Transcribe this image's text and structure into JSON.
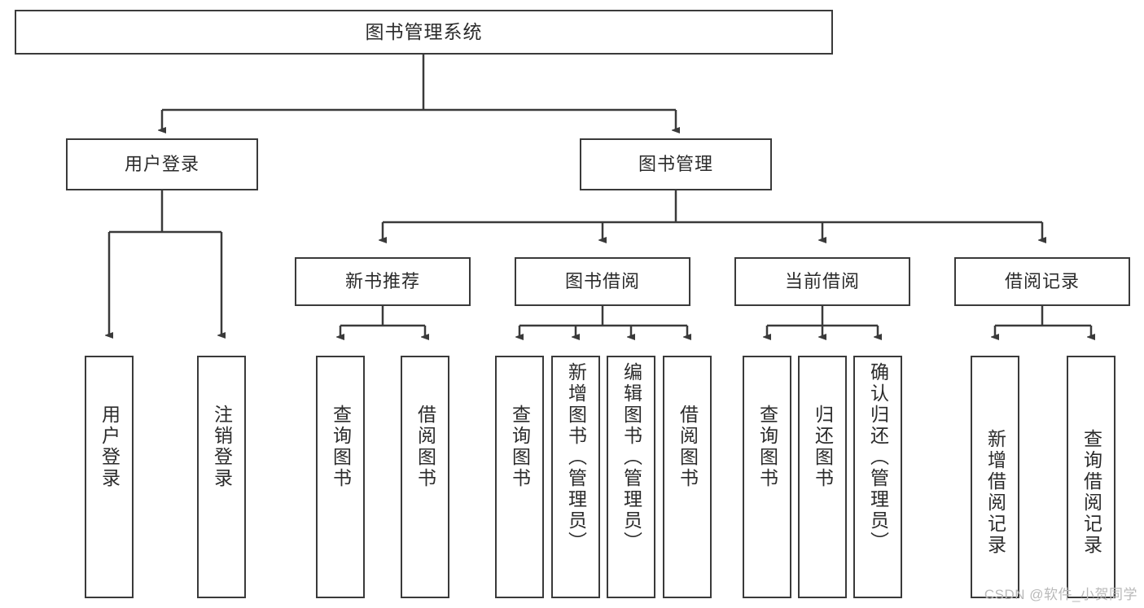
{
  "diagram": {
    "title": "图书管理系统",
    "type": "hierarchy-tree",
    "style": {
      "stroke": "#3a3a3a",
      "fill": "#ffffff",
      "text": "#2b2b2b",
      "watermark_color": "#b9b9b9"
    },
    "levels": {
      "root": {
        "label": "图书管理系统"
      },
      "level2": [
        {
          "label": "用户登录"
        },
        {
          "label": "图书管理"
        }
      ],
      "level3": [
        {
          "label": "新书推荐",
          "parent": "图书管理"
        },
        {
          "label": "图书借阅",
          "parent": "图书管理"
        },
        {
          "label": "当前借阅",
          "parent": "图书管理"
        },
        {
          "label": "借阅记录",
          "parent": "图书管理"
        }
      ],
      "leaves": [
        {
          "label": "用户登录",
          "parent": "用户登录"
        },
        {
          "label": "注销登录",
          "parent": "用户登录"
        },
        {
          "label": "查询图书",
          "parent": "新书推荐"
        },
        {
          "label": "借阅图书",
          "parent": "新书推荐"
        },
        {
          "label": "查询图书",
          "parent": "图书借阅"
        },
        {
          "label": "新增图书（管理员）",
          "parent": "图书借阅"
        },
        {
          "label": "编辑图书（管理员）",
          "parent": "图书借阅"
        },
        {
          "label": "借阅图书",
          "parent": "图书借阅"
        },
        {
          "label": "查询图书",
          "parent": "当前借阅"
        },
        {
          "label": "归还图书",
          "parent": "当前借阅"
        },
        {
          "label": "确认归还（管理员）",
          "parent": "当前借阅"
        },
        {
          "label": "新增借阅记录",
          "parent": "借阅记录"
        },
        {
          "label": "查询借阅记录",
          "parent": "借阅记录"
        }
      ]
    },
    "watermark": "CSDN @软件_小贺同学"
  }
}
